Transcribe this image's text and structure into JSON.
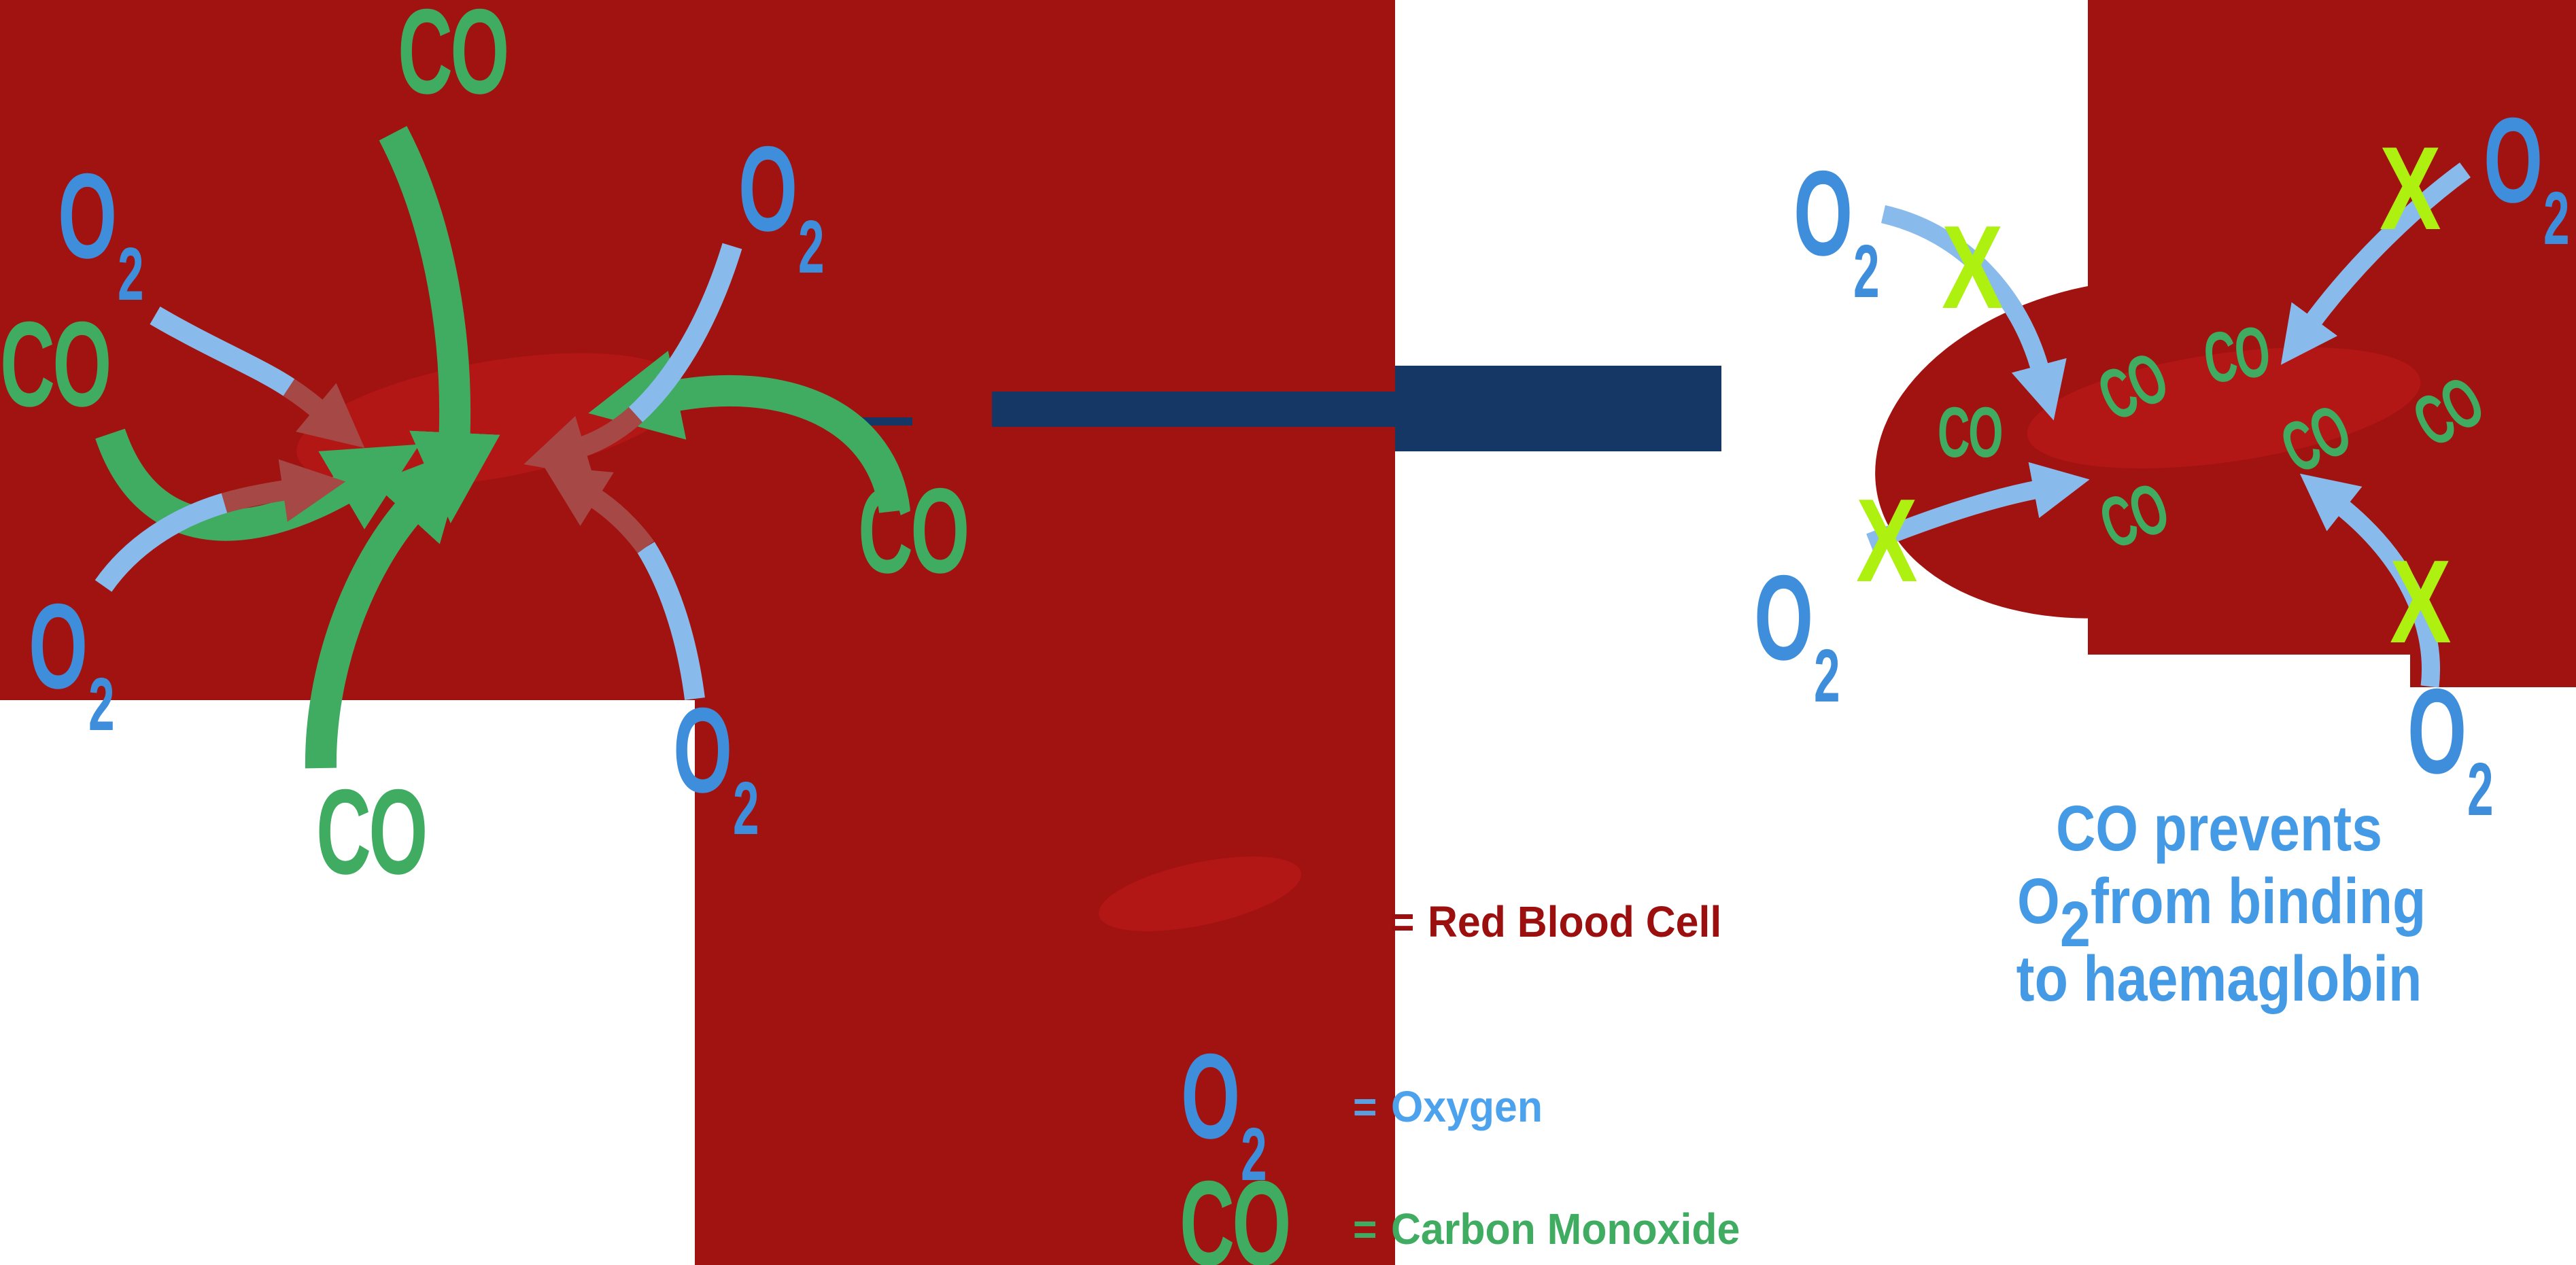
{
  "molecules": {
    "co": "CO",
    "o": "O",
    "sub": "2"
  },
  "marks": {
    "blocked": "X"
  },
  "legend": {
    "equals": "=",
    "red_blood_cell": "Red Blood Cell",
    "oxygen": "Oxygen",
    "carbon_monoxide": "Carbon Monoxide"
  },
  "caption": {
    "line1": "CO prevents",
    "line2_o": "O",
    "line2_sub": "2",
    "line2_rest": "from binding",
    "line3": "to haemaglobin"
  },
  "colors": {
    "background_red": "#A11310",
    "cell_red": "#B21615",
    "green_co": "#3FAC61",
    "blue_o2": "#3E8EDC",
    "light_blue_arrow": "#88BBEB",
    "caption_blue": "#459AE6",
    "dark_red_text": "#9B0F0F",
    "blocked_x_chartreuse": "#AEF00F",
    "navy_arrow": "#143766",
    "faded_arrow": "#A64845"
  }
}
